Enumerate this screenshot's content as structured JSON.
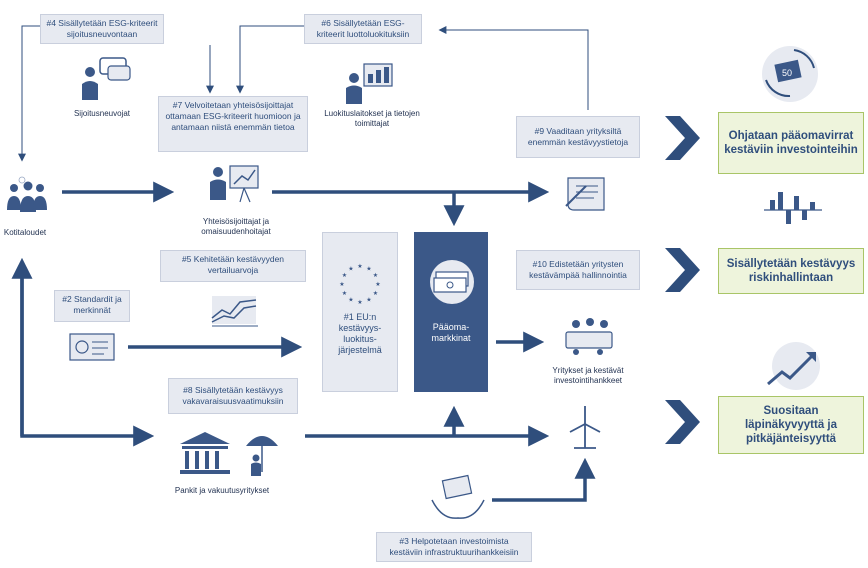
{
  "notes": {
    "n4": "#4 Sisällytetään ESG-kriteerit sijoitusneuvontaan",
    "n6": "#6 Sisällytetään ESG-kriteerit luottoluokituksiin",
    "n7": "#7 Velvoitetaan yhteisösijoittajat ottamaan ESG-kriteerit huomioon ja antamaan niistä enemmän tietoa",
    "n9": "#9 Vaaditaan yrityksiltä enemmän kestävyystietoja",
    "n5": "#5 Kehitetään kestävyyden vertailuarvoja",
    "n10": "#10 Edistetään yritysten kestävämpää hallinnointia",
    "n2": "#2 Standardit ja merkinnät",
    "n8": "#8 Sisällytetään kestävyys vakavaraisuusvaatimuksiin",
    "n3": "#3 Helpotetaan investoimista kestäviin infrastruktuurihankkeisiin"
  },
  "actors": {
    "households": "Kotitaloudet",
    "advisors": "Sijoitusneuvojat",
    "raters": "Luokituslaitokset ja tietojen toimittajat",
    "institutional": "Yhteisösijoittajat ja omaisuudenhoitajat",
    "companies": "Yritykset ja kestävät investointihankkeet",
    "banks": "Pankit ja vakuutusyritykset"
  },
  "center": {
    "eu_taxonomy": "#1 EU:n kestävyys-luokitus-järjestelmä",
    "capital_markets": "Pääoma-markkinat"
  },
  "goals": {
    "g1": "Ohjataan pääomavirrat kestäviin investointeihin",
    "g2": "Sisällytetään kestävyys riskinhallintaan",
    "g3": "Suositaan läpinäkyvyyttä ja pitkäjänteisyyttä"
  },
  "colors": {
    "navy": "#2f4e7c",
    "box": "#e7eaf1",
    "goal_bg": "#eef4dc",
    "goal_border": "#a9c567",
    "capital_markets": "#3b5888"
  }
}
